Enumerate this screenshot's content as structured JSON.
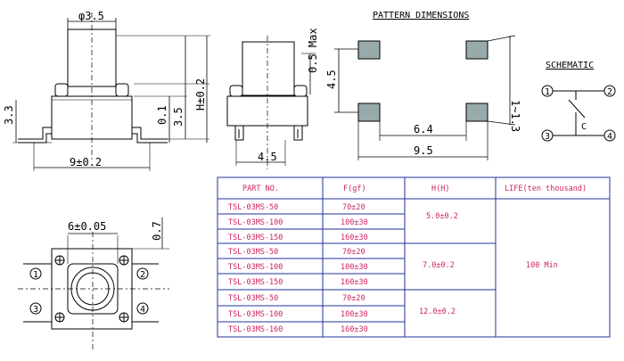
{
  "front_view": {
    "dim_top": "φ3.5",
    "dim_bottom": "9±0.2",
    "dim_left": "3.3",
    "dim_right_1": "0.1",
    "dim_right_2": "3.5",
    "dim_right_3": "H±0.2"
  },
  "side_view": {
    "dim_max": "0.5 Max",
    "dim_bottom": "4.5"
  },
  "pattern": {
    "title": "PATTERN DIMENSIONS",
    "dim_height": "4.5",
    "dim_inner": "6.4",
    "dim_outer": "9.5",
    "dim_right": "1~1.3"
  },
  "schematic": {
    "title": "SCHEMATIC",
    "pins": [
      "1",
      "2",
      "3",
      "4"
    ],
    "contact_label": "C"
  },
  "top_view": {
    "dim_width": "6±0.05",
    "dim_right": "0.7",
    "pins": [
      "1",
      "2",
      "3",
      "4"
    ]
  },
  "table": {
    "headers": [
      "PART NO.",
      "F(gf)",
      "H(H)",
      "LIFE(ten thousand)"
    ],
    "rows": [
      {
        "part": "TSL-03MS-50",
        "force": "70±20"
      },
      {
        "part": "TSL-03MS-100",
        "force": "100±30"
      },
      {
        "part": "TSL-03MS-150",
        "force": "160±30"
      },
      {
        "part": "TSL-03MS-50",
        "force": "70±20"
      },
      {
        "part": "TSL-03MS-100",
        "force": "100±30"
      },
      {
        "part": "TSL-03MS-150",
        "force": "160±30"
      },
      {
        "part": "TSL-03MS-50",
        "force": "70±20"
      },
      {
        "part": "TSL-03MS-100",
        "force": "100±30"
      },
      {
        "part": "TSL-03MS-160",
        "force": "160±30"
      }
    ],
    "heights": [
      "5.0±0.2",
      "7.0±0.2",
      "12.0±0.2"
    ],
    "life": "100 Min"
  }
}
